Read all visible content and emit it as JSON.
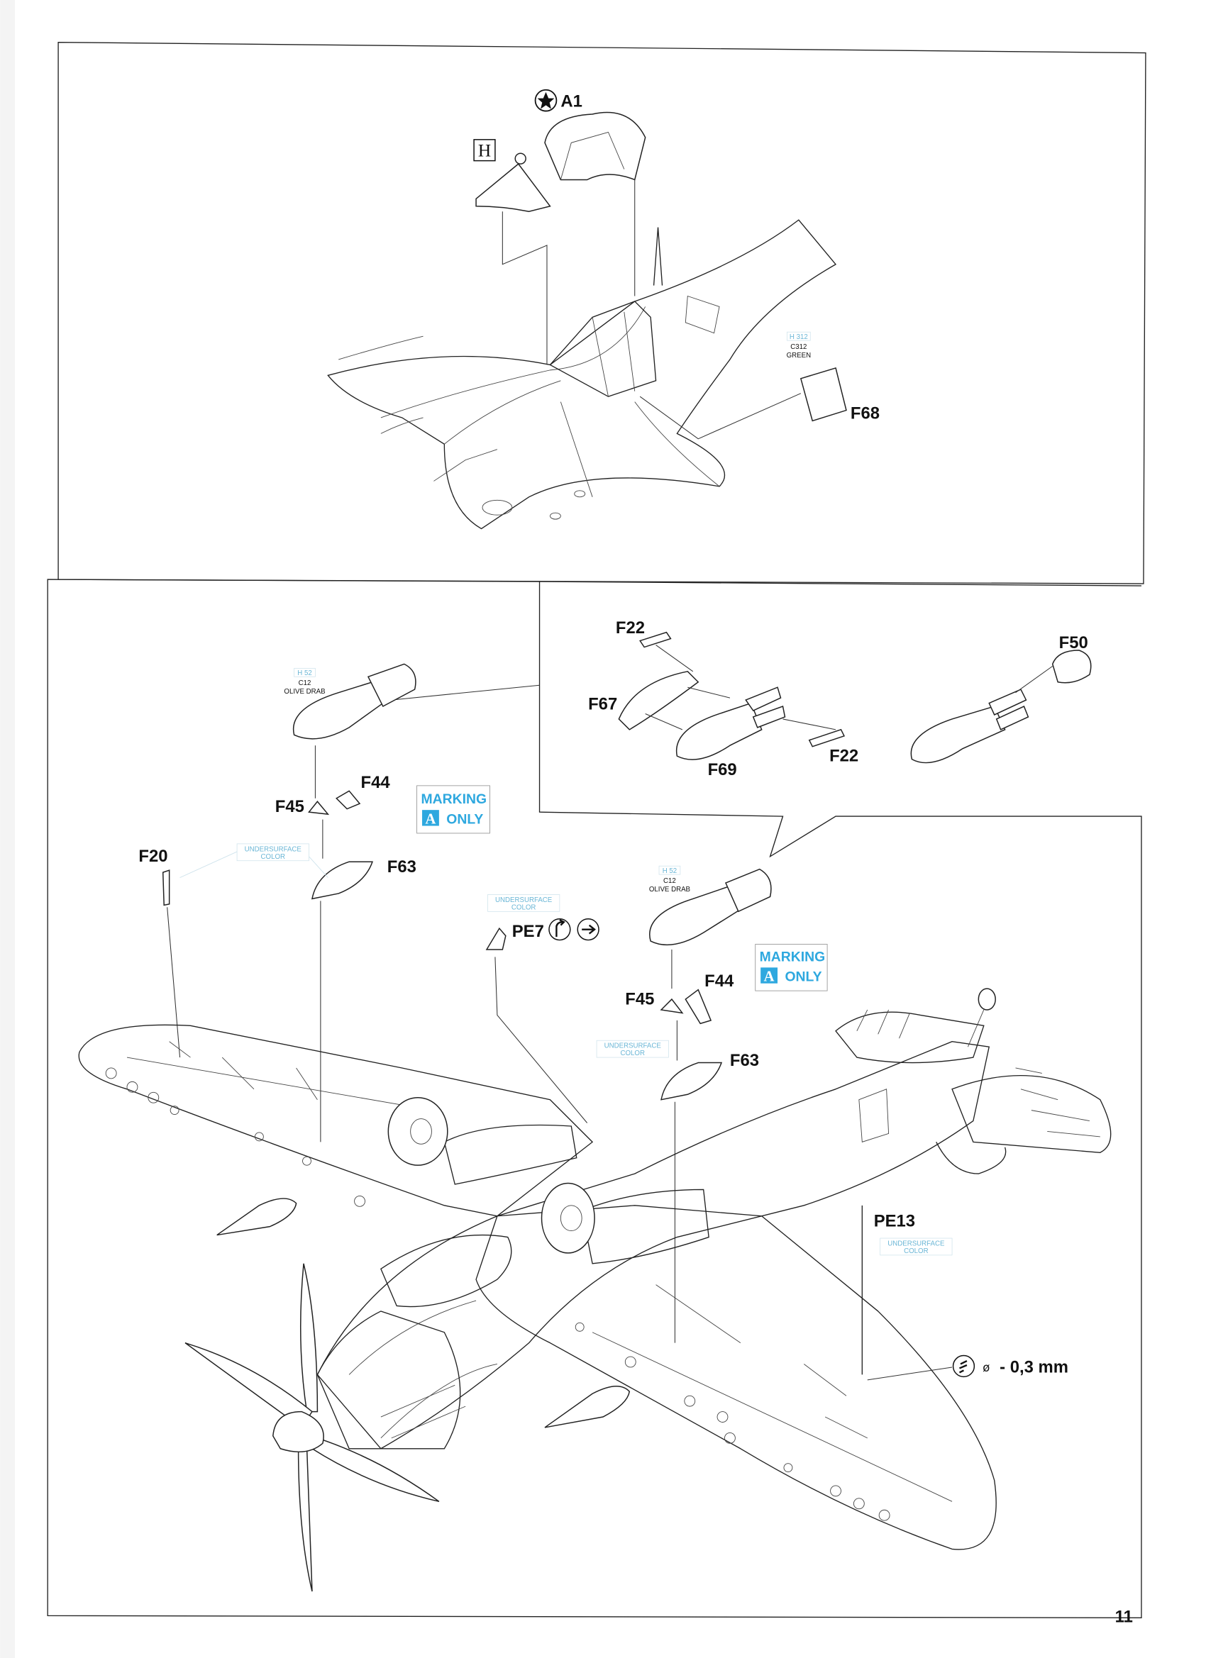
{
  "page_number": "11",
  "top_panel": {
    "labels": {
      "a1": "A1",
      "h": "H",
      "f68": "F68"
    },
    "color_callout": {
      "h_code": "H 312",
      "c_code": "C312",
      "name": "GREEN"
    }
  },
  "bottom_panel": {
    "inset_labels": {
      "f22a": "F22",
      "f22b": "F22",
      "f50": "F50",
      "f67": "F67",
      "f69": "F69"
    },
    "left_bomb": {
      "color_callout": {
        "h_code": "H 52",
        "c_code": "C12",
        "name": "OLIVE DRAB"
      },
      "f44": "F44",
      "f45": "F45",
      "f63": "F63",
      "undersurface": {
        "line1": "UNDERSURFACE",
        "line2": "COLOR"
      },
      "marking": {
        "line1": "MARKING",
        "badge": "A",
        "line2": "ONLY"
      }
    },
    "f20": "F20",
    "pe7": {
      "label": "PE7",
      "undersurface": {
        "line1": "UNDERSURFACE",
        "line2": "COLOR"
      }
    },
    "right_bomb": {
      "color_callout": {
        "h_code": "H 52",
        "c_code": "C12",
        "name": "OLIVE DRAB"
      },
      "f44": "F44",
      "f45": "F45",
      "f63": "F63",
      "undersurface": {
        "line1": "UNDERSURFACE",
        "line2": "COLOR"
      },
      "marking": {
        "line1": "MARKING",
        "badge": "A",
        "line2": "ONLY"
      }
    },
    "pe13": {
      "label": "PE13",
      "undersurface": {
        "line1": "UNDERSURFACE",
        "line2": "COLOR"
      }
    },
    "drill": {
      "symbol": "ø",
      "value": "- 0,3 mm"
    }
  },
  "colors": {
    "accent": "#2ea8df",
    "callout_code": "#6ab6d6"
  }
}
